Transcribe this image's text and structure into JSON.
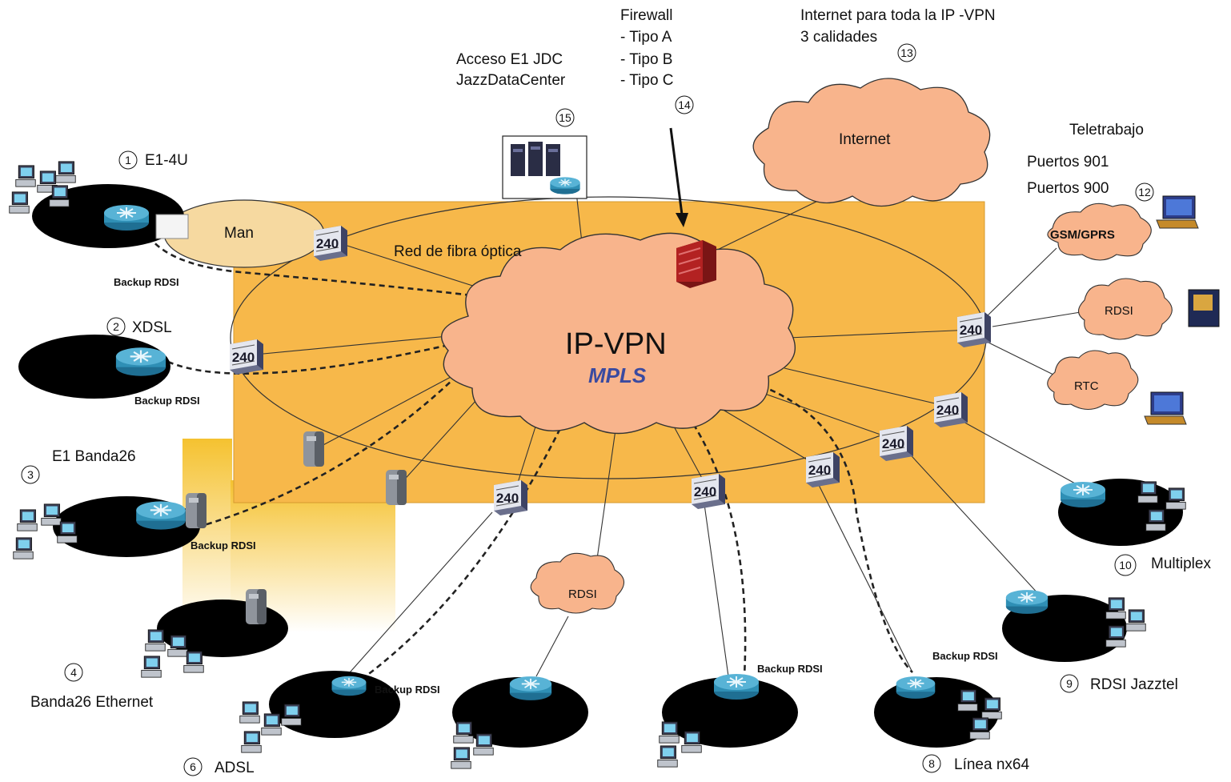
{
  "center": {
    "title": "IP-VPN",
    "subtitle": "MPLS",
    "ring_label": "Red de fibra óptica"
  },
  "clouds": {
    "internet": "Internet",
    "man": "Man",
    "gsm": "GSM/GPRS",
    "rdsi_right": "RDSI",
    "rtc": "RTC",
    "rdsi_bottom": "RDSI"
  },
  "top_labels": {
    "firewall_title": "Firewall",
    "firewall_a": "- Tipo A",
    "firewall_b": "- Tipo B",
    "firewall_c": "- Tipo C",
    "firewall_num": "14",
    "internet_line1": "Internet para toda la IP -VPN",
    "internet_line2": "3 calidades",
    "internet_num": "13",
    "jdc_line1": "Acceso E1 JDC",
    "jdc_line2": "JazzDataCenter",
    "jdc_num": "15"
  },
  "teletrabajo": {
    "title": "Teletrabajo",
    "p901": "Puertos 901",
    "p900": "Puertos 900",
    "num": "12"
  },
  "sites": {
    "s1": {
      "num": "1",
      "label": "E1-4U"
    },
    "s2": {
      "num": "2",
      "label": "XDSL"
    },
    "s3": {
      "num": "3",
      "label": "E1 Banda26"
    },
    "s4": {
      "num": "4",
      "label": "Banda26 Ethernet"
    },
    "s6": {
      "num": "6",
      "label": "ADSL"
    },
    "s8": {
      "num": "8",
      "label": "Línea nx64"
    },
    "s9": {
      "num": "9",
      "label": "RDSI Jazztel"
    },
    "s10": {
      "num": "10",
      "label": "Multiplex"
    }
  },
  "backup_label": "Backup RDSI",
  "switch_label": "240",
  "colors": {
    "panel": "#f7b84a",
    "cloud": "#f8b48c",
    "man": "#f6d9a0",
    "router": "#2f8fb5",
    "firewall": "#b32222"
  }
}
